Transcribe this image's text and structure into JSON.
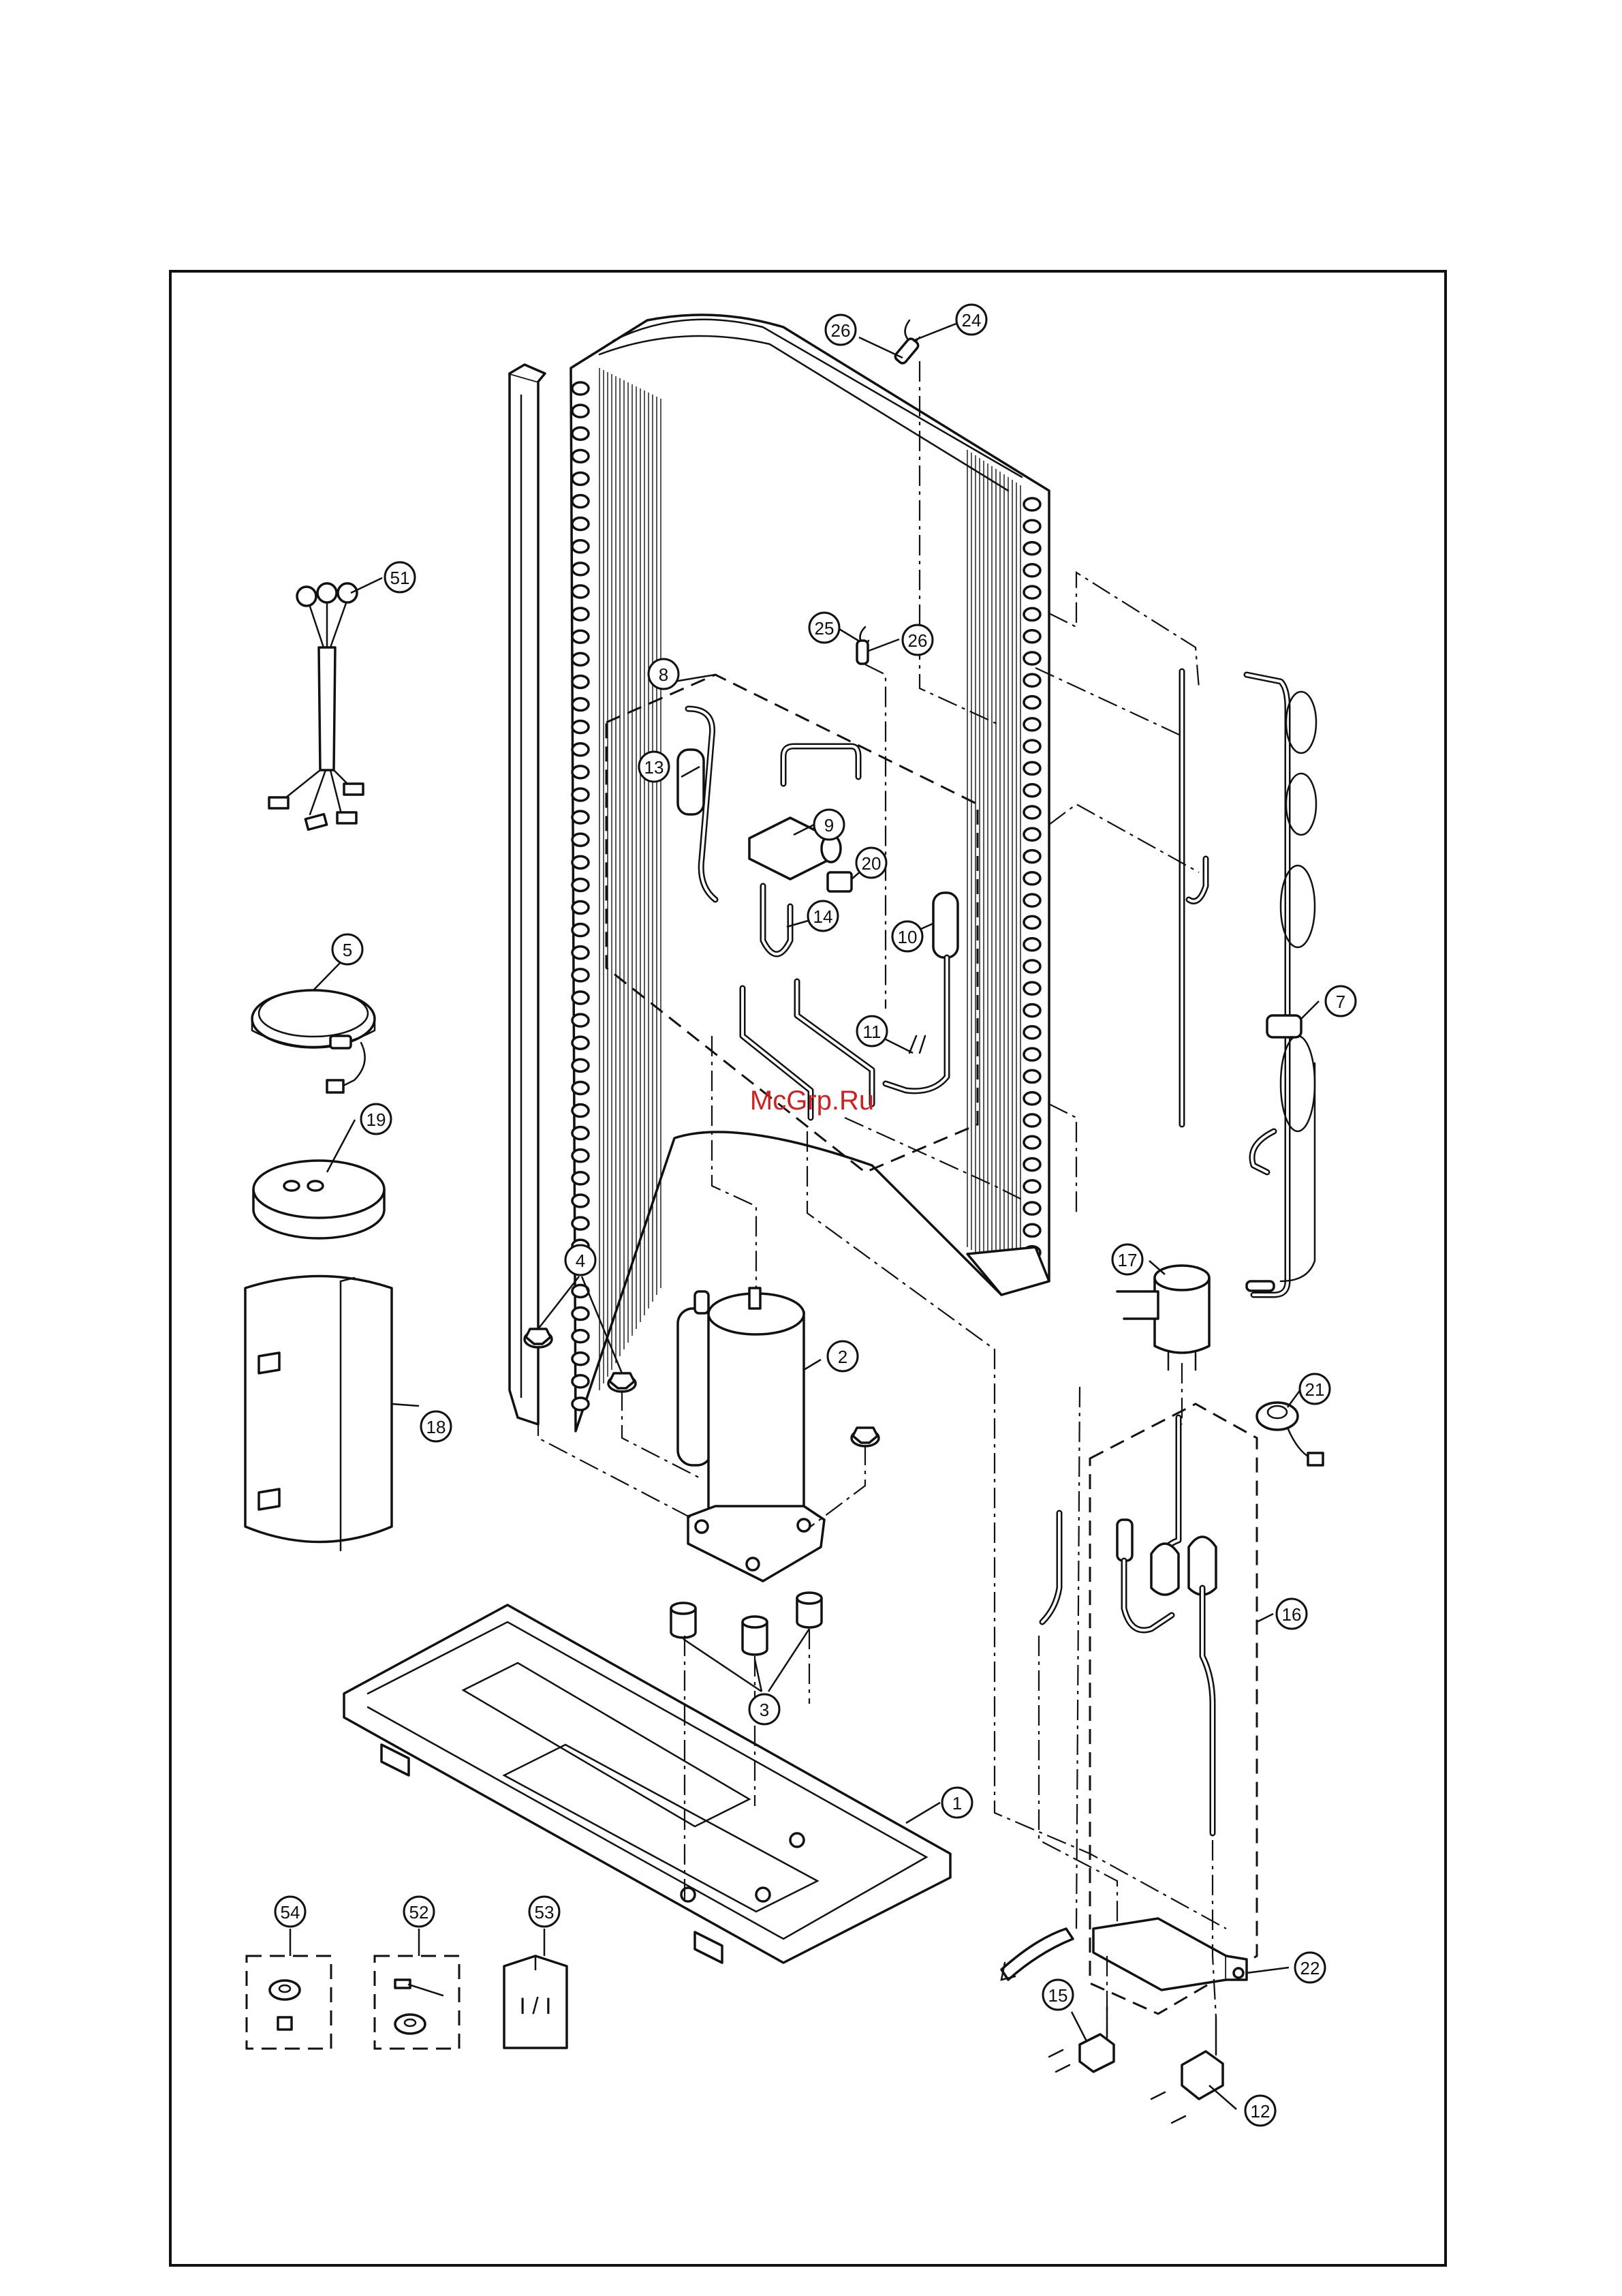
{
  "diagram": {
    "watermark": "McGrp.Ru",
    "manual_symbol": "I / I",
    "callouts": [
      {
        "id": "1",
        "label": "1"
      },
      {
        "id": "2",
        "label": "2"
      },
      {
        "id": "3",
        "label": "3"
      },
      {
        "id": "4",
        "label": "4"
      },
      {
        "id": "5",
        "label": "5"
      },
      {
        "id": "7",
        "label": "7"
      },
      {
        "id": "8",
        "label": "8"
      },
      {
        "id": "9",
        "label": "9"
      },
      {
        "id": "10",
        "label": "10"
      },
      {
        "id": "11",
        "label": "11"
      },
      {
        "id": "12",
        "label": "12"
      },
      {
        "id": "13",
        "label": "13"
      },
      {
        "id": "14",
        "label": "14"
      },
      {
        "id": "15",
        "label": "15"
      },
      {
        "id": "16",
        "label": "16"
      },
      {
        "id": "17",
        "label": "17"
      },
      {
        "id": "18",
        "label": "18"
      },
      {
        "id": "19",
        "label": "19"
      },
      {
        "id": "20",
        "label": "20"
      },
      {
        "id": "21",
        "label": "21"
      },
      {
        "id": "22",
        "label": "22"
      },
      {
        "id": "24",
        "label": "24"
      },
      {
        "id": "25",
        "label": "25"
      },
      {
        "id": "26a",
        "label": "26"
      },
      {
        "id": "26b",
        "label": "26"
      },
      {
        "id": "51",
        "label": "51"
      },
      {
        "id": "52",
        "label": "52"
      },
      {
        "id": "53",
        "label": "53"
      },
      {
        "id": "54",
        "label": "54"
      }
    ]
  }
}
